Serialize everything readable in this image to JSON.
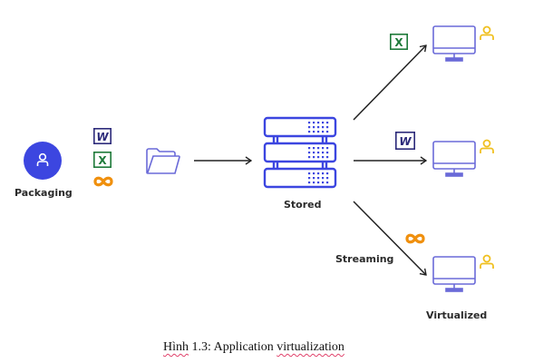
{
  "diagram": {
    "nodes": {
      "packaging": {
        "label": "Packaging",
        "icon": "user-icon"
      },
      "stored": {
        "label": "Stored",
        "icon": "server-icon"
      },
      "streaming": {
        "label": "Streaming"
      },
      "virtualized": {
        "label": "Virtualized"
      }
    },
    "packaged_apps": [
      "word-icon",
      "excel-icon",
      "infinity-app-icon"
    ],
    "clients": [
      {
        "app": "excel-icon",
        "icon": "monitor-icon",
        "user": "user-icon"
      },
      {
        "app": "word-icon",
        "icon": "monitor-icon",
        "user": "user-icon"
      },
      {
        "app": "infinity-app-icon",
        "icon": "monitor-icon",
        "user": "user-icon"
      }
    ],
    "edges": [
      {
        "from": "folder",
        "to": "stored"
      },
      {
        "from": "stored",
        "to": "client-1"
      },
      {
        "from": "stored",
        "to": "client-2"
      },
      {
        "from": "stored",
        "to": "client-3",
        "label": "Streaming"
      }
    ],
    "colors": {
      "accent_blue": "#3c46e0",
      "monitor_purple": "#6a6ad8",
      "user_yellow": "#f0c020",
      "excel_green": "#1e7a3a",
      "word_navy": "#2c2a7a",
      "infinity_orange": "#f0900e",
      "arrow": "#222222"
    }
  },
  "caption": {
    "prefix": "Hình",
    "middle": " 1.3: Application ",
    "suffix": "virtualization"
  }
}
